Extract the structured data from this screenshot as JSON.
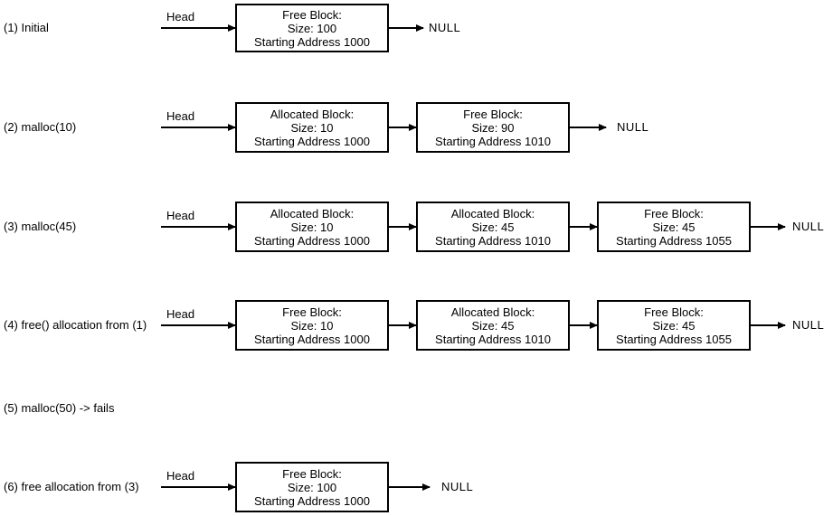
{
  "colors": {
    "stroke": "#000000",
    "background": "#ffffff"
  },
  "diagram_type": "linked-list memory allocation states",
  "rows": [
    {
      "label": "(1) Initial",
      "head": "Head",
      "null": "NULL",
      "nodes": [
        {
          "title": "Free Block:",
          "size": "Size: 100",
          "address": "Starting Address 1000"
        }
      ]
    },
    {
      "label": "(2) malloc(10)",
      "head": "Head",
      "null": "NULL",
      "nodes": [
        {
          "title": "Allocated Block:",
          "size": "Size: 10",
          "address": "Starting Address 1000"
        },
        {
          "title": "Free Block:",
          "size": "Size: 90",
          "address": "Starting Address 1010"
        }
      ]
    },
    {
      "label": "(3) malloc(45)",
      "head": "Head",
      "null": "NULL",
      "nodes": [
        {
          "title": "Allocated Block:",
          "size": "Size: 10",
          "address": "Starting Address 1000"
        },
        {
          "title": "Allocated Block:",
          "size": "Size: 45",
          "address": "Starting Address 1010"
        },
        {
          "title": "Free Block:",
          "size": "Size: 45",
          "address": "Starting Address 1055"
        }
      ]
    },
    {
      "label": "(4) free() allocation from (1)",
      "head": "Head",
      "null": "NULL",
      "nodes": [
        {
          "title": "Free Block:",
          "size": "Size: 10",
          "address": "Starting Address 1000"
        },
        {
          "title": "Allocated Block:",
          "size": "Size: 45",
          "address": "Starting Address 1010"
        },
        {
          "title": "Free Block:",
          "size": "Size: 45",
          "address": "Starting Address 1055"
        }
      ]
    },
    {
      "label": "(5) malloc(50) -> fails",
      "nodes": []
    },
    {
      "label": "(6) free allocation from (3)",
      "head": "Head",
      "null": "NULL",
      "nodes": [
        {
          "title": "Free Block:",
          "size": "Size: 100",
          "address": "Starting Address 1000"
        }
      ]
    }
  ]
}
